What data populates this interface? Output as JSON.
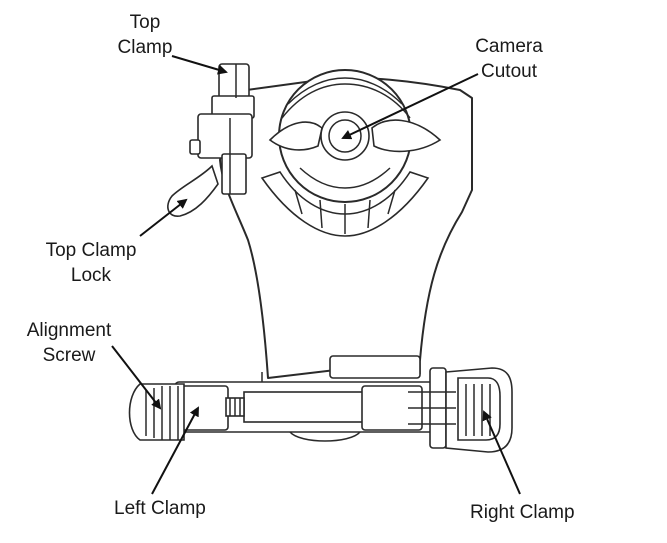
{
  "labels": {
    "top_clamp": [
      "Top",
      "Clamp"
    ],
    "camera_cutout": [
      "Camera",
      "Cutout"
    ],
    "top_clamp_lock": [
      "Top Clamp",
      "Lock"
    ],
    "alignment_screw": [
      "Alignment",
      "Screw"
    ],
    "left_clamp": "Left Clamp",
    "right_clamp": "Right Clamp"
  },
  "colors": {
    "stroke": "#2a2a2a",
    "pointer": "#111111",
    "background": "#ffffff"
  }
}
